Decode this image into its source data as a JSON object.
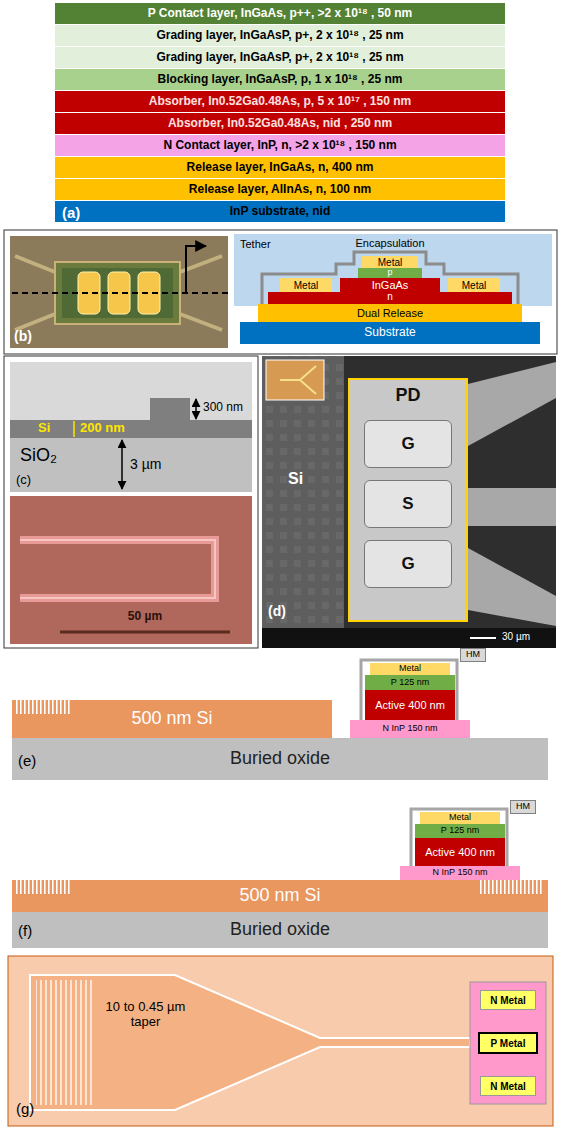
{
  "diagram": {
    "nodes": [
      {
        "text": [
          "P Contact layer, InGaAs, p++, >2 x 10¹⁸ , 50 nm"
        ]
      },
      {
        "text": [
          "Grading layer, InGaAsP, p+, 2 x 10¹⁸ , 25 nm"
        ]
      },
      {
        "text": [
          "Grading layer, InGaAsP, p+, 2 x 10¹⁸ , 25 nm"
        ]
      },
      {
        "text": [
          "Blocking layer, InGaAsP, p, 1 x 10¹⁸ , 25 nm"
        ]
      },
      {
        "text": [
          "Absorber, In0.52Ga0.48As, p, 5 x 10¹⁷ , 150 nm"
        ]
      },
      {
        "text": [
          "Absorber, In0.52Ga0.48As, nid , 250 nm"
        ]
      },
      {
        "text": [
          "N Contact layer, InP, n, >2 x 10¹⁸ , 150 nm"
        ]
      },
      {
        "text": [
          "Release layer, InGaAs, n, 400 nm"
        ]
      },
      {
        "text": [
          "Release layer, AlInAs, n, 100 nm"
        ]
      },
      {
        "text": [
          "InP substrate, nid"
        ]
      },
      {
        "text": [
          "Metal"
        ]
      },
      {
        "text": [
          "InGaAs"
        ]
      },
      {
        "text": [
          "Metal"
        ]
      },
      {
        "text": [
          "Metal"
        ]
      },
      {
        "text": [
          "Dual Release"
        ]
      },
      {
        "text": [
          "Substrate"
        ]
      },
      {
        "text": [
          "PD"
        ]
      },
      {
        "text": [
          "G"
        ],
        "in": 16
      },
      {
        "text": [
          "S"
        ],
        "in": 16
      },
      {
        "text": [
          "G"
        ],
        "in": 16
      },
      {
        "text": [
          "HM"
        ]
      },
      {
        "text": [
          "Metal"
        ]
      },
      {
        "text": [
          "P 125 nm"
        ]
      },
      {
        "text": [
          "Active 400 nm"
        ]
      },
      {
        "text": [
          "N InP 150 nm"
        ]
      },
      {
        "text": [
          "500 nm Si"
        ]
      },
      {
        "text": [
          "Buried oxide"
        ]
      },
      {
        "text": [
          "HM"
        ]
      },
      {
        "text": [
          "Metal"
        ]
      },
      {
        "text": [
          "P 125 nm"
        ]
      },
      {
        "text": [
          "Active 400 nm"
        ]
      },
      {
        "text": [
          "N InP 150 nm"
        ]
      },
      {
        "text": [
          "500 nm Si"
        ]
      },
      {
        "text": [
          "Buried oxide"
        ]
      },
      {
        "text": [
          "N Metal"
        ]
      },
      {
        "text": [
          "P Metal"
        ]
      },
      {
        "text": [
          "N Metal"
        ]
      }
    ],
    "labels": [
      "(a)",
      "Tether",
      "Encapsulation",
      "p",
      "n",
      "(b)",
      "300 nm",
      "Si",
      "200 nm",
      "SiO₂",
      "3 µm",
      "50 µm",
      "(c)",
      "Si",
      "30 µm",
      "(d)",
      "(e)",
      "(f)",
      "10 to 0.45 µm taper",
      "(g)"
    ]
  }
}
